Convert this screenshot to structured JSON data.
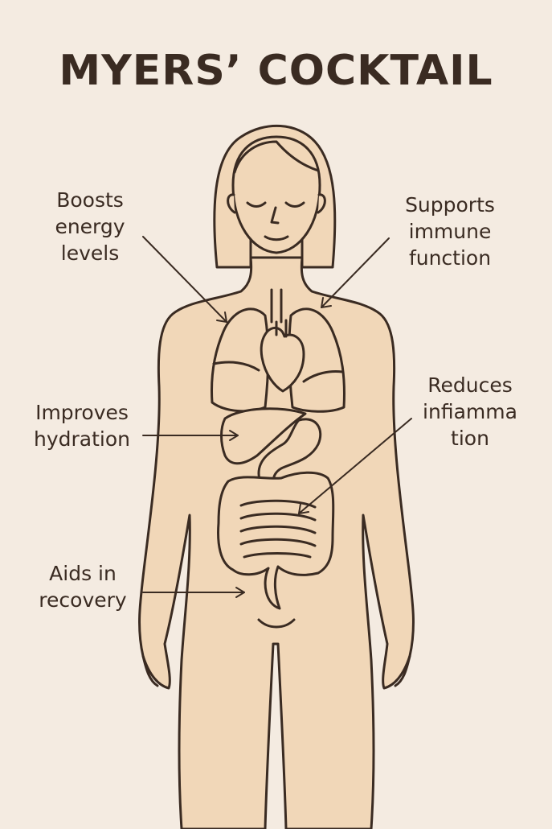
{
  "title": "MYERS’ COCKTAIL",
  "labels": {
    "energy": [
      "Boosts",
      "energy",
      "levels"
    ],
    "immune": [
      "Supports",
      "immune",
      "function"
    ],
    "hydration": [
      "Improves",
      "hydration"
    ],
    "inflammation": [
      "Reduces",
      "infiamma",
      "tion"
    ],
    "recovery": [
      "Aids in",
      "recovery"
    ]
  },
  "colors": {
    "background": "#f4ebe1",
    "skin": "#f1d7b8",
    "outline": "#3a2b22",
    "text": "#3a2b22"
  }
}
